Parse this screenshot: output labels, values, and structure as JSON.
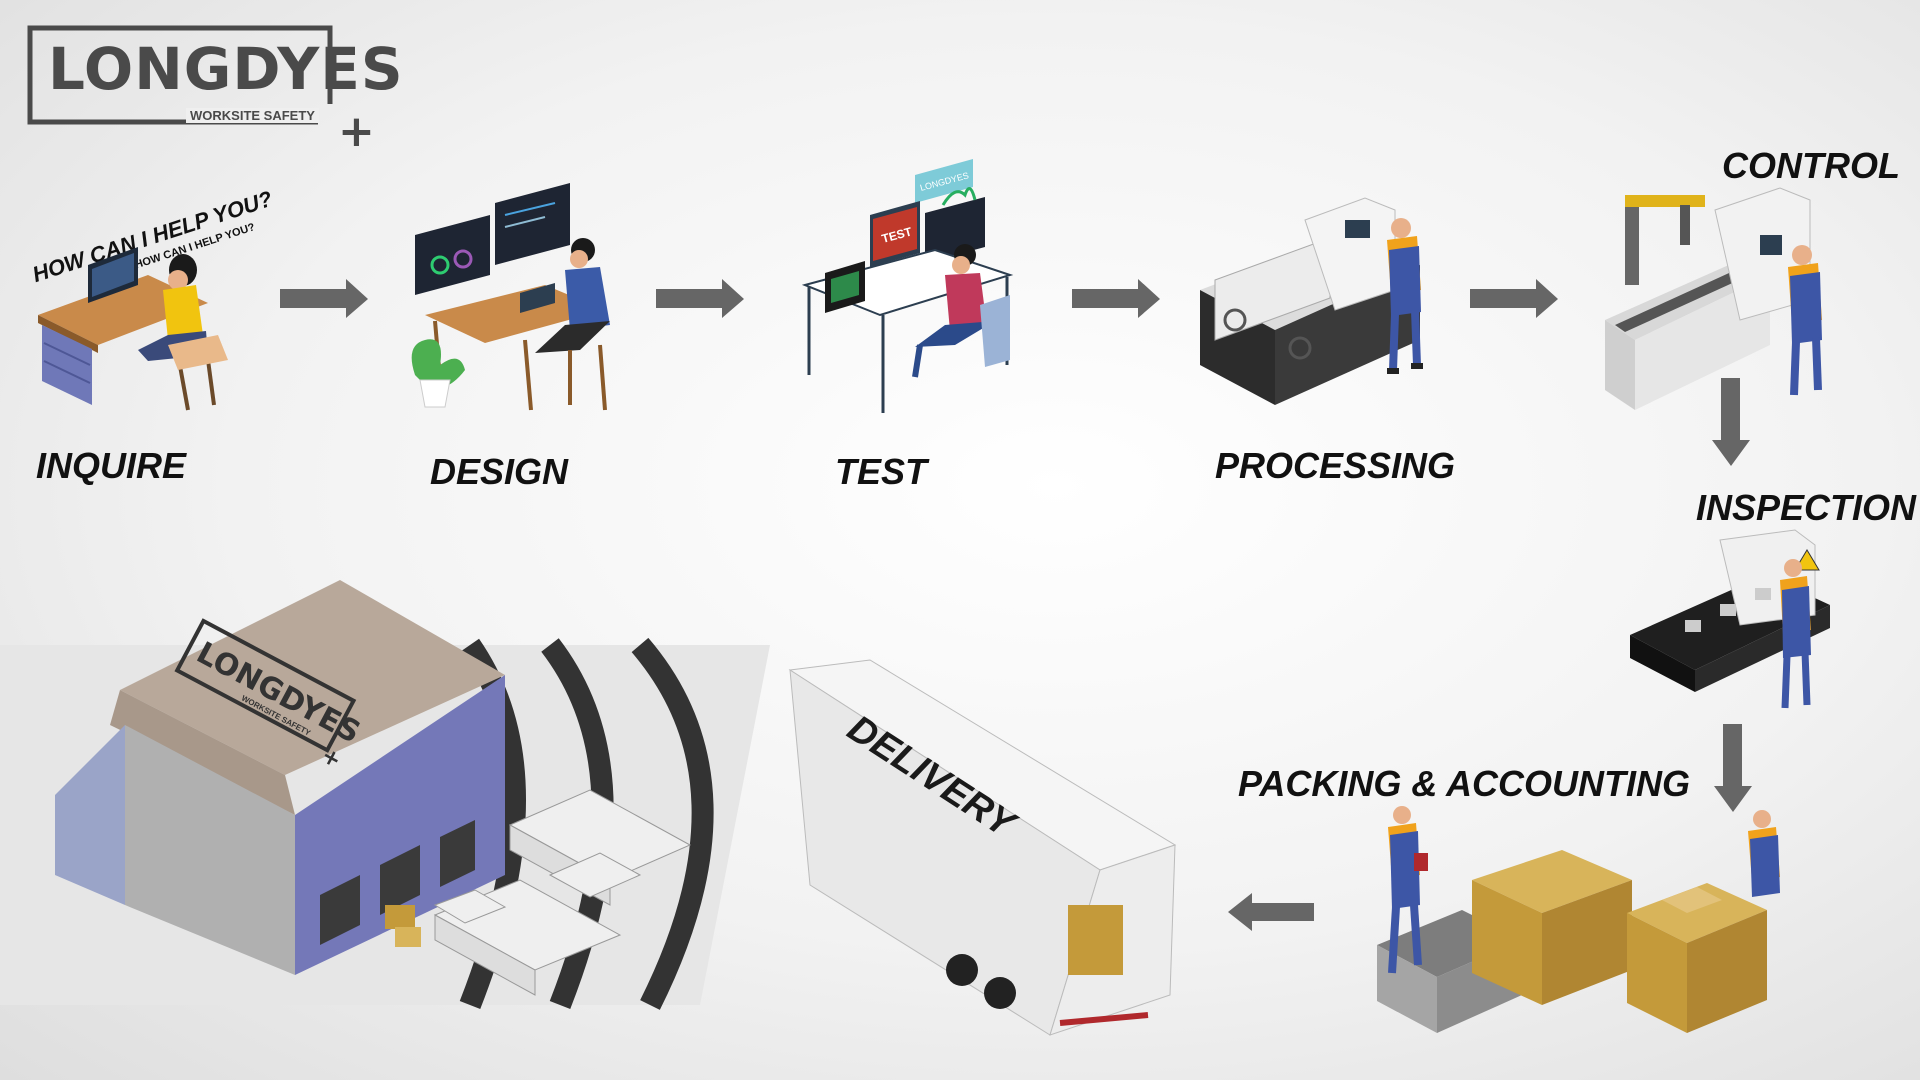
{
  "logo": {
    "brand": "LONGDYES",
    "subtitle": "WORKSITE SAFETY",
    "plus": "+"
  },
  "steps": [
    {
      "label": "INQUIRE"
    },
    {
      "label": "DESIGN"
    },
    {
      "label": "TEST"
    },
    {
      "label": "PROCESSING"
    },
    {
      "label": "CONTROL"
    },
    {
      "label": "INSPECTION"
    },
    {
      "label": "PACKING & ACCOUNTING"
    },
    {
      "label": "DELIVERY"
    }
  ],
  "signs": {
    "inquire_big": "HOW CAN I HELP YOU?",
    "inquire_small": "HOW CAN I HELP YOU?",
    "test_screen": "TEST",
    "test_sign": "LONGDYES",
    "factory_brand": "LONGDYES",
    "factory_sub": "WORKSITE SAFETY",
    "factory_plus": "+"
  },
  "colors": {
    "arrow": "#666666",
    "worker_blue": "#3d56a6",
    "worker_shirt": "#f0a21c",
    "building": "#7478b8",
    "box": "#c49a3a"
  }
}
